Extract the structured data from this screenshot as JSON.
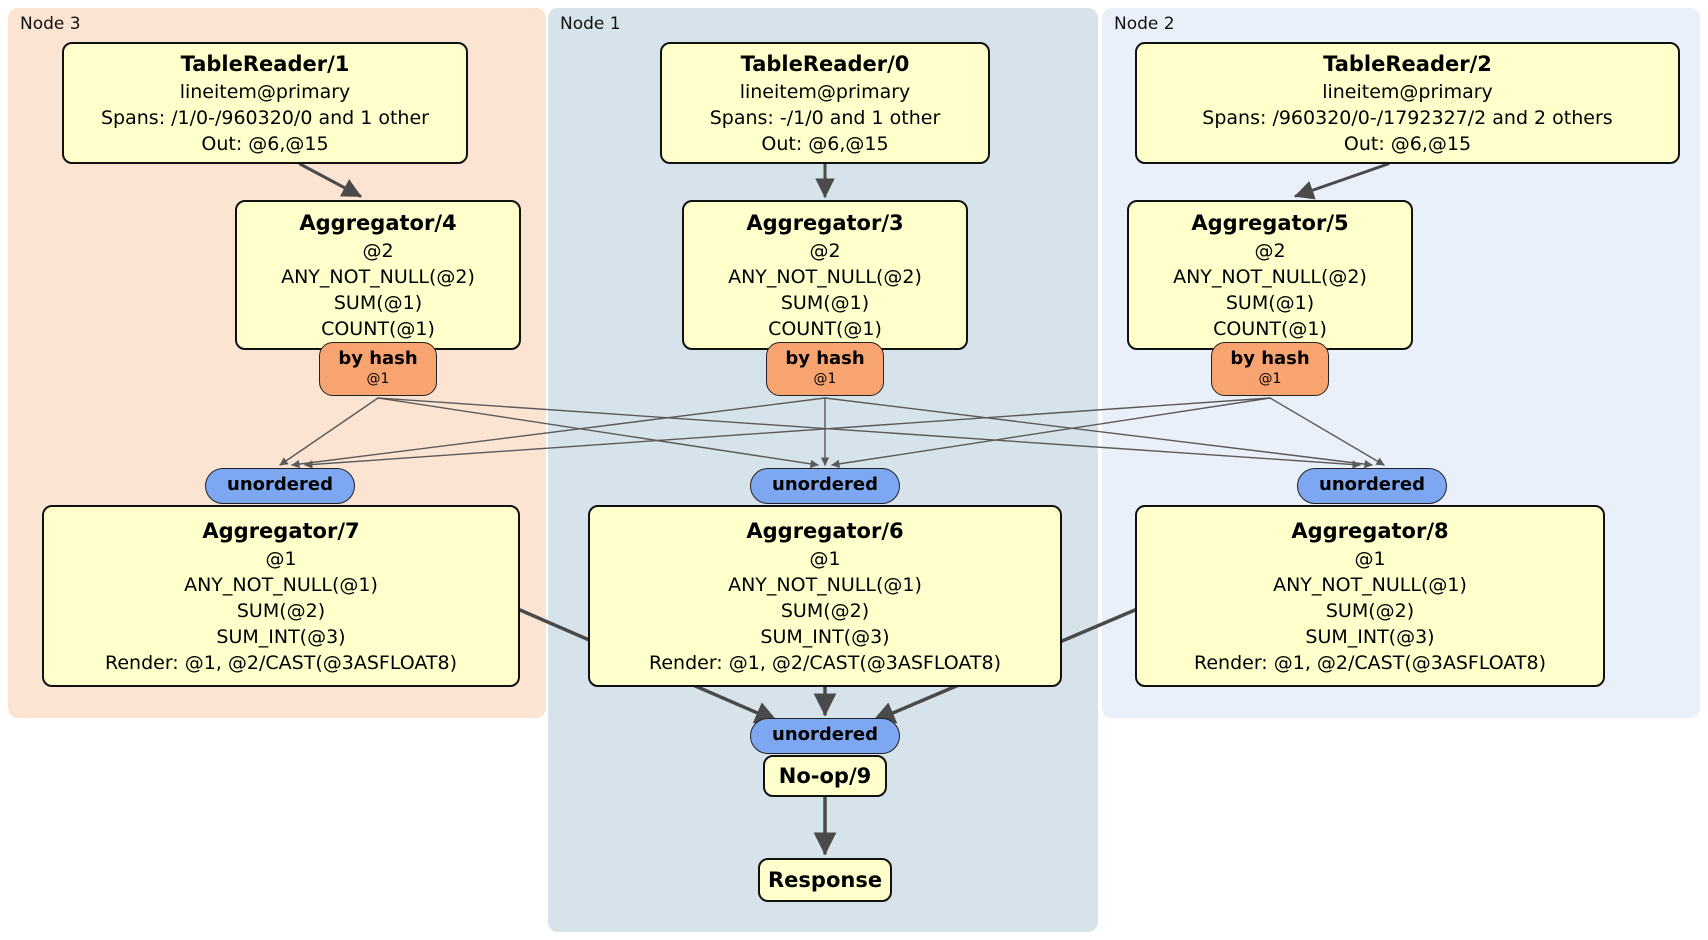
{
  "nodes": [
    {
      "label": "Node 3",
      "table_reader": {
        "title": "TableReader/1",
        "lines": [
          "lineitem@primary",
          "Spans: /1/0-/960320/0 and 1 other",
          "Out: @6,@15"
        ]
      },
      "aggregator_top": {
        "title": "Aggregator/4",
        "lines": [
          "@2",
          "ANY_NOT_NULL(@2)",
          "SUM(@1)",
          "COUNT(@1)"
        ]
      },
      "router": {
        "label": "by hash",
        "detail": "@1"
      },
      "stream": {
        "label": "unordered"
      },
      "aggregator_bottom": {
        "title": "Aggregator/7",
        "lines": [
          "@1",
          "ANY_NOT_NULL(@1)",
          "SUM(@2)",
          "SUM_INT(@3)",
          "Render: @1, @2/CAST(@3ASFLOAT8)"
        ]
      }
    },
    {
      "label": "Node 1",
      "table_reader": {
        "title": "TableReader/0",
        "lines": [
          "lineitem@primary",
          "Spans: -/1/0 and 1 other",
          "Out: @6,@15"
        ]
      },
      "aggregator_top": {
        "title": "Aggregator/3",
        "lines": [
          "@2",
          "ANY_NOT_NULL(@2)",
          "SUM(@1)",
          "COUNT(@1)"
        ]
      },
      "router": {
        "label": "by hash",
        "detail": "@1"
      },
      "stream": {
        "label": "unordered"
      },
      "aggregator_bottom": {
        "title": "Aggregator/6",
        "lines": [
          "@1",
          "ANY_NOT_NULL(@1)",
          "SUM(@2)",
          "SUM_INT(@3)",
          "Render: @1, @2/CAST(@3ASFLOAT8)"
        ]
      }
    },
    {
      "label": "Node 2",
      "table_reader": {
        "title": "TableReader/2",
        "lines": [
          "lineitem@primary",
          "Spans: /960320/0-/1792327/2 and 2 others",
          "Out: @6,@15"
        ]
      },
      "aggregator_top": {
        "title": "Aggregator/5",
        "lines": [
          "@2",
          "ANY_NOT_NULL(@2)",
          "SUM(@1)",
          "COUNT(@1)"
        ]
      },
      "router": {
        "label": "by hash",
        "detail": "@1"
      },
      "stream": {
        "label": "unordered"
      },
      "aggregator_bottom": {
        "title": "Aggregator/8",
        "lines": [
          "@1",
          "ANY_NOT_NULL(@1)",
          "SUM(@2)",
          "SUM_INT(@3)",
          "Render: @1, @2/CAST(@3ASFLOAT8)"
        ]
      }
    }
  ],
  "final": {
    "stream": {
      "label": "unordered"
    },
    "noop": {
      "title": "No-op/9"
    },
    "response": {
      "title": "Response"
    }
  },
  "colors": {
    "node3_bg": "#fce4d3",
    "node1_bg": "#d6e3ea",
    "node2_bg": "#e9f0fa",
    "processor_fill": "#ffffcc",
    "router_fill": "#f7a470",
    "stream_fill": "#7da7f0",
    "edge": "#4a4a4a"
  }
}
